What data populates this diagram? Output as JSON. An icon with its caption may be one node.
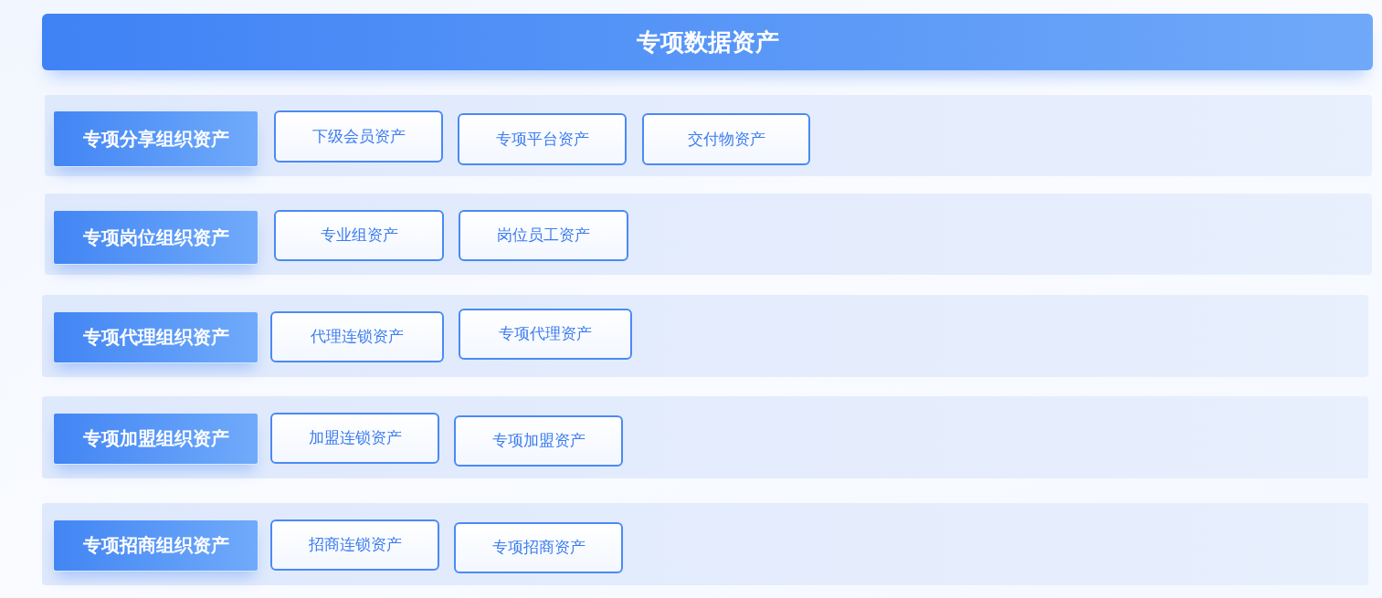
{
  "diagram": {
    "title": "专项数据资产",
    "nodes": [
      {
        "text": [],
        "shape": "band"
      },
      {
        "text": [
          "专项分享组织资产"
        ],
        "in": 0
      },
      {
        "text": [
          "下级会员资产"
        ],
        "in": 0
      },
      {
        "text": [
          "专项平台资产"
        ],
        "in": 0
      },
      {
        "text": [
          "交付物资产"
        ],
        "in": 0
      },
      {
        "text": [],
        "shape": "band"
      },
      {
        "text": [
          "专项岗位组织资产"
        ],
        "in": 5
      },
      {
        "text": [
          "专业组资产"
        ],
        "in": 5
      },
      {
        "text": [
          "岗位员工资产"
        ],
        "in": 5
      },
      {
        "text": [],
        "shape": "band"
      },
      {
        "text": [
          "专项代理组织资产"
        ],
        "in": 9
      },
      {
        "text": [
          "代理连锁资产"
        ],
        "in": 9
      },
      {
        "text": [
          "专项代理资产"
        ],
        "in": 9
      },
      {
        "text": [],
        "shape": "band"
      },
      {
        "text": [
          "专项加盟组织资产"
        ],
        "in": 13
      },
      {
        "text": [
          "加盟连锁资产"
        ],
        "in": 13
      },
      {
        "text": [
          "专项加盟资产"
        ],
        "in": 13
      },
      {
        "text": [],
        "shape": "band"
      },
      {
        "text": [
          "专项招商组织资产"
        ],
        "in": 17
      },
      {
        "text": [
          "招商连锁资产"
        ],
        "in": 17
      },
      {
        "text": [
          "专项招商资产"
        ],
        "in": 17
      }
    ]
  }
}
